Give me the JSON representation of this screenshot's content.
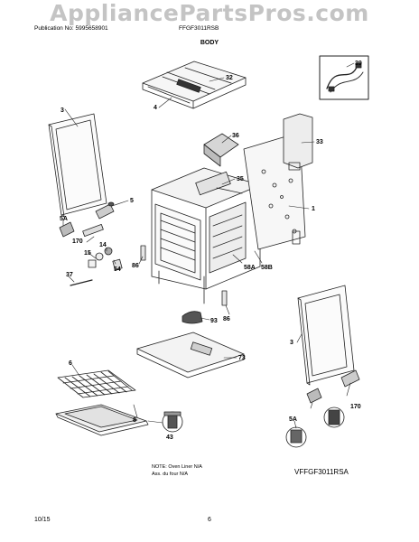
{
  "watermark": "AppliancePartsPros.com",
  "header": {
    "publication": "Publication No: 5995658901",
    "model": "FFGF3011RSB"
  },
  "title": "BODY",
  "callouts": {
    "c1": "1",
    "c3a": "3",
    "c3b": "3",
    "c4": "4",
    "c5": "5",
    "c5a1": "5A",
    "c5a2": "5A",
    "c6": "6",
    "c8": "8",
    "c14": "14",
    "c15": "15",
    "c32": "32",
    "c33": "33",
    "c35": "35",
    "c36": "36",
    "c37": "37",
    "c39": "39",
    "c43": "43",
    "c54": "54",
    "c58a": "58A",
    "c58b": "58B",
    "c73": "73",
    "c86a": "86",
    "c86b": "86",
    "c93": "93",
    "c170a": "170",
    "c170b": "170"
  },
  "note": {
    "line1": "NOTE: Oven Liner N/A",
    "line2": "Ass. du four N/A"
  },
  "figure_ref": "VFFGF3011RSA",
  "footer": {
    "date": "10/15",
    "page": "6"
  }
}
